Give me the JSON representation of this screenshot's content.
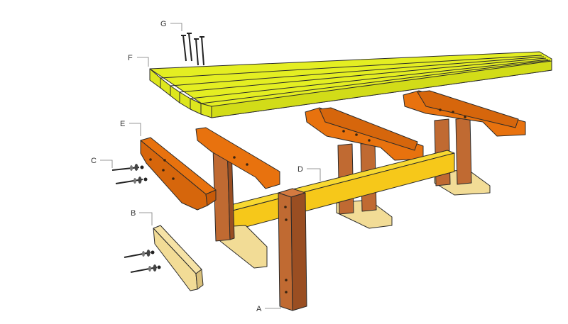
{
  "colors": {
    "top_slat": "#e4ee22",
    "top_slat_side": "#c8d214",
    "top_slat_end": "#dde61e",
    "apron": "#e8720e",
    "apron_side": "#c75a08",
    "leg_post": "#c06a32",
    "leg_post_side": "#9a4e22",
    "foot": "#f2dc96",
    "foot_side": "#d9c07a",
    "stretcher": "#f6c81a",
    "stretcher_side": "#d9a810",
    "screw": "#222222",
    "washer": "#777777",
    "label_line": "#777777"
  },
  "parts": {
    "A": {
      "label": "A"
    },
    "B": {
      "label": "B"
    },
    "C": {
      "label": "C"
    },
    "D": {
      "label": "D"
    },
    "E": {
      "label": "E"
    },
    "F": {
      "label": "F"
    },
    "G": {
      "label": "G"
    }
  }
}
